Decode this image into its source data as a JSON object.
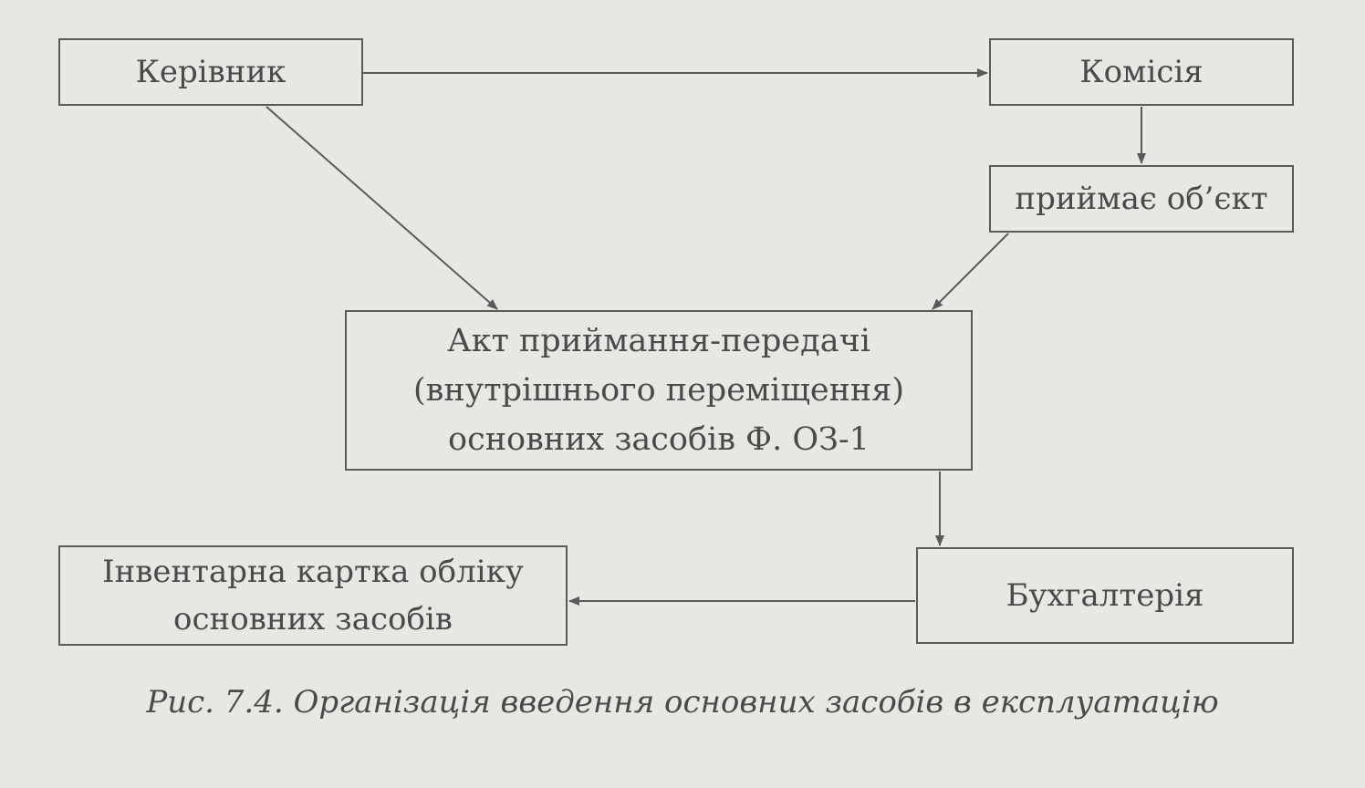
{
  "diagram": {
    "nodes": {
      "manager": "Керівник",
      "commission": "Комісія",
      "accepts_object": "приймає об’єкт",
      "act_line1": "Акт приймання-передачі",
      "act_line2": "(внутрішнього переміщення)",
      "act_line3": "основних засобів Ф. ОЗ-1",
      "accounting": "Бухгалтерія",
      "card_line1": "Інвентарна картка обліку",
      "card_line2": "основних засобів"
    },
    "edges": [
      {
        "from": "manager",
        "to": "commission"
      },
      {
        "from": "commission",
        "to": "accepts_object"
      },
      {
        "from": "manager",
        "to": "act"
      },
      {
        "from": "accepts_object",
        "to": "act"
      },
      {
        "from": "act",
        "to": "accounting"
      },
      {
        "from": "accounting",
        "to": "card"
      }
    ],
    "caption": "Рис. 7.4. Організація введення основних засобів в експлуатацію"
  }
}
